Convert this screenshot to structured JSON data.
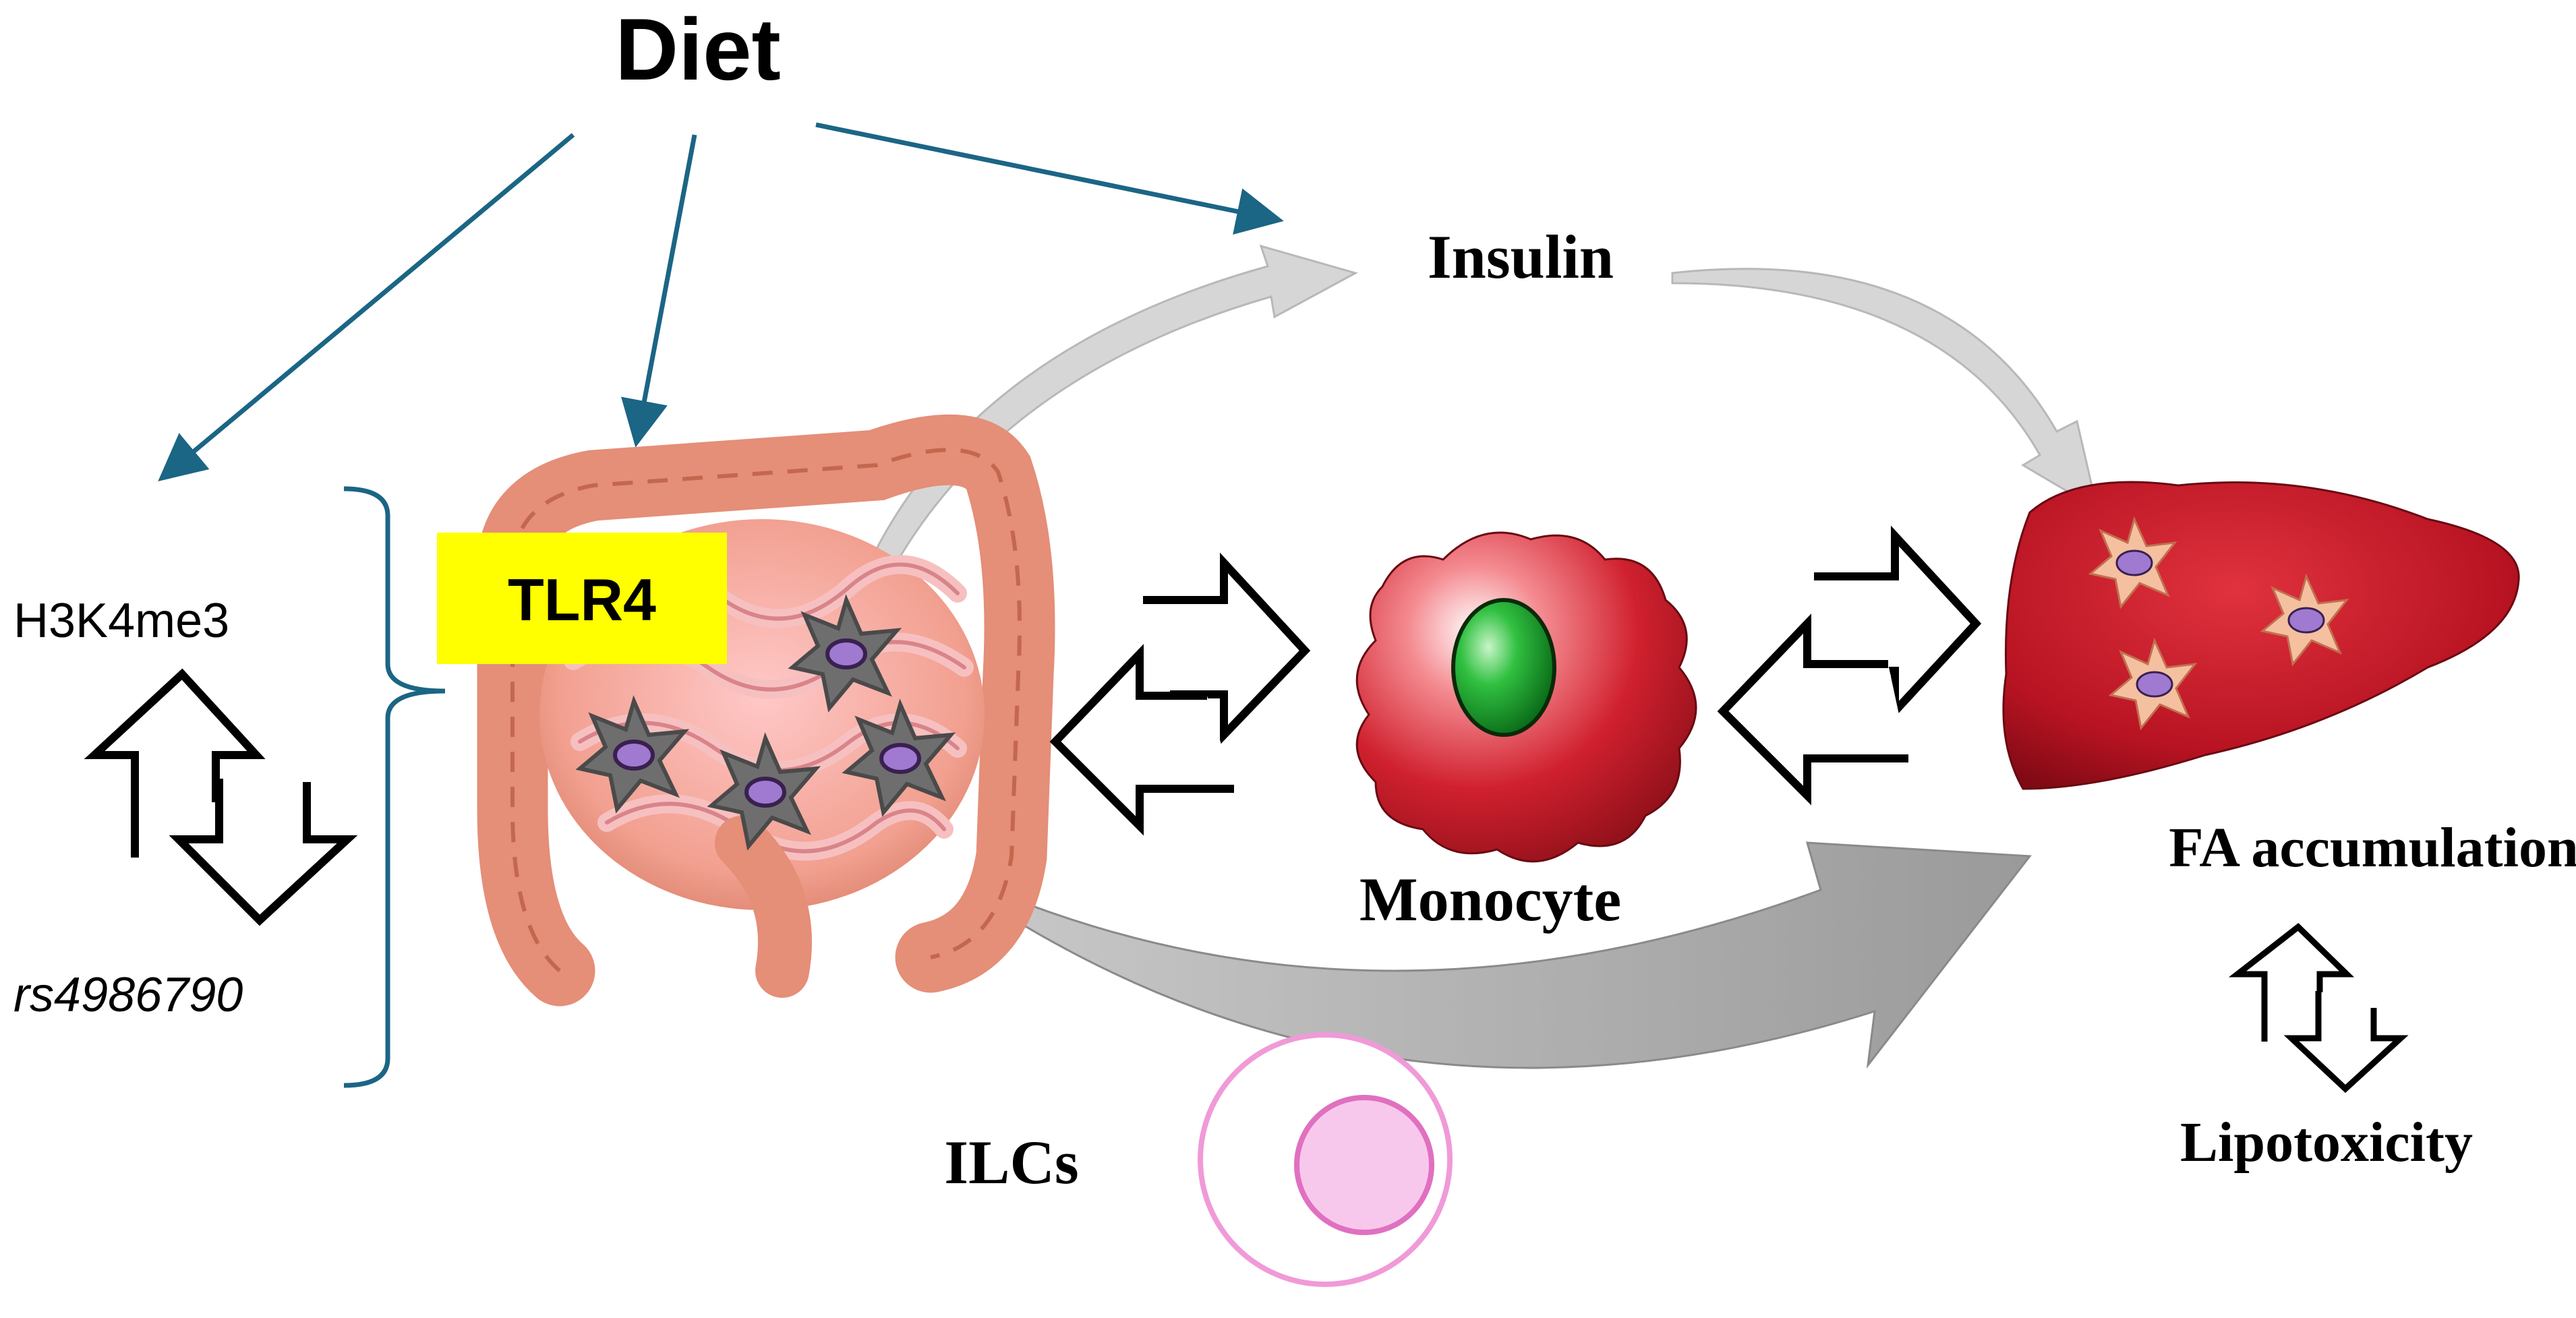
{
  "labels": {
    "diet": "Diet",
    "insulin": "Insulin",
    "tlr4": "TLR4",
    "h3k4me3": "H3K4me3",
    "rs": "rs4986790",
    "monocyte": "Monocyte",
    "ilcs": "ILCs",
    "fa_accumulation": "FA accumulation",
    "lipotoxicity": "Lipotoxicity"
  },
  "colors": {
    "diet_arrow": "#1b6585",
    "tlr4_box": "#ffff00",
    "intestine": "#f0a08c",
    "intestine_dark": "#c8705a",
    "gut_cell": "#6e6e6e",
    "cell_nucleus": "#a07ad0",
    "monocyte": "#d0202e",
    "monocyte_nucleus": "#18a030",
    "liver": "#c01526",
    "liver_cell": "#f4c0a0",
    "ilc": "#f09ad8",
    "flow_arrow": "#a6a6a6"
  },
  "icons": {
    "intestine": "intestine-illustration",
    "monocyte": "monocyte-cell",
    "liver": "liver-illustration",
    "ilc": "ilc-cell"
  }
}
